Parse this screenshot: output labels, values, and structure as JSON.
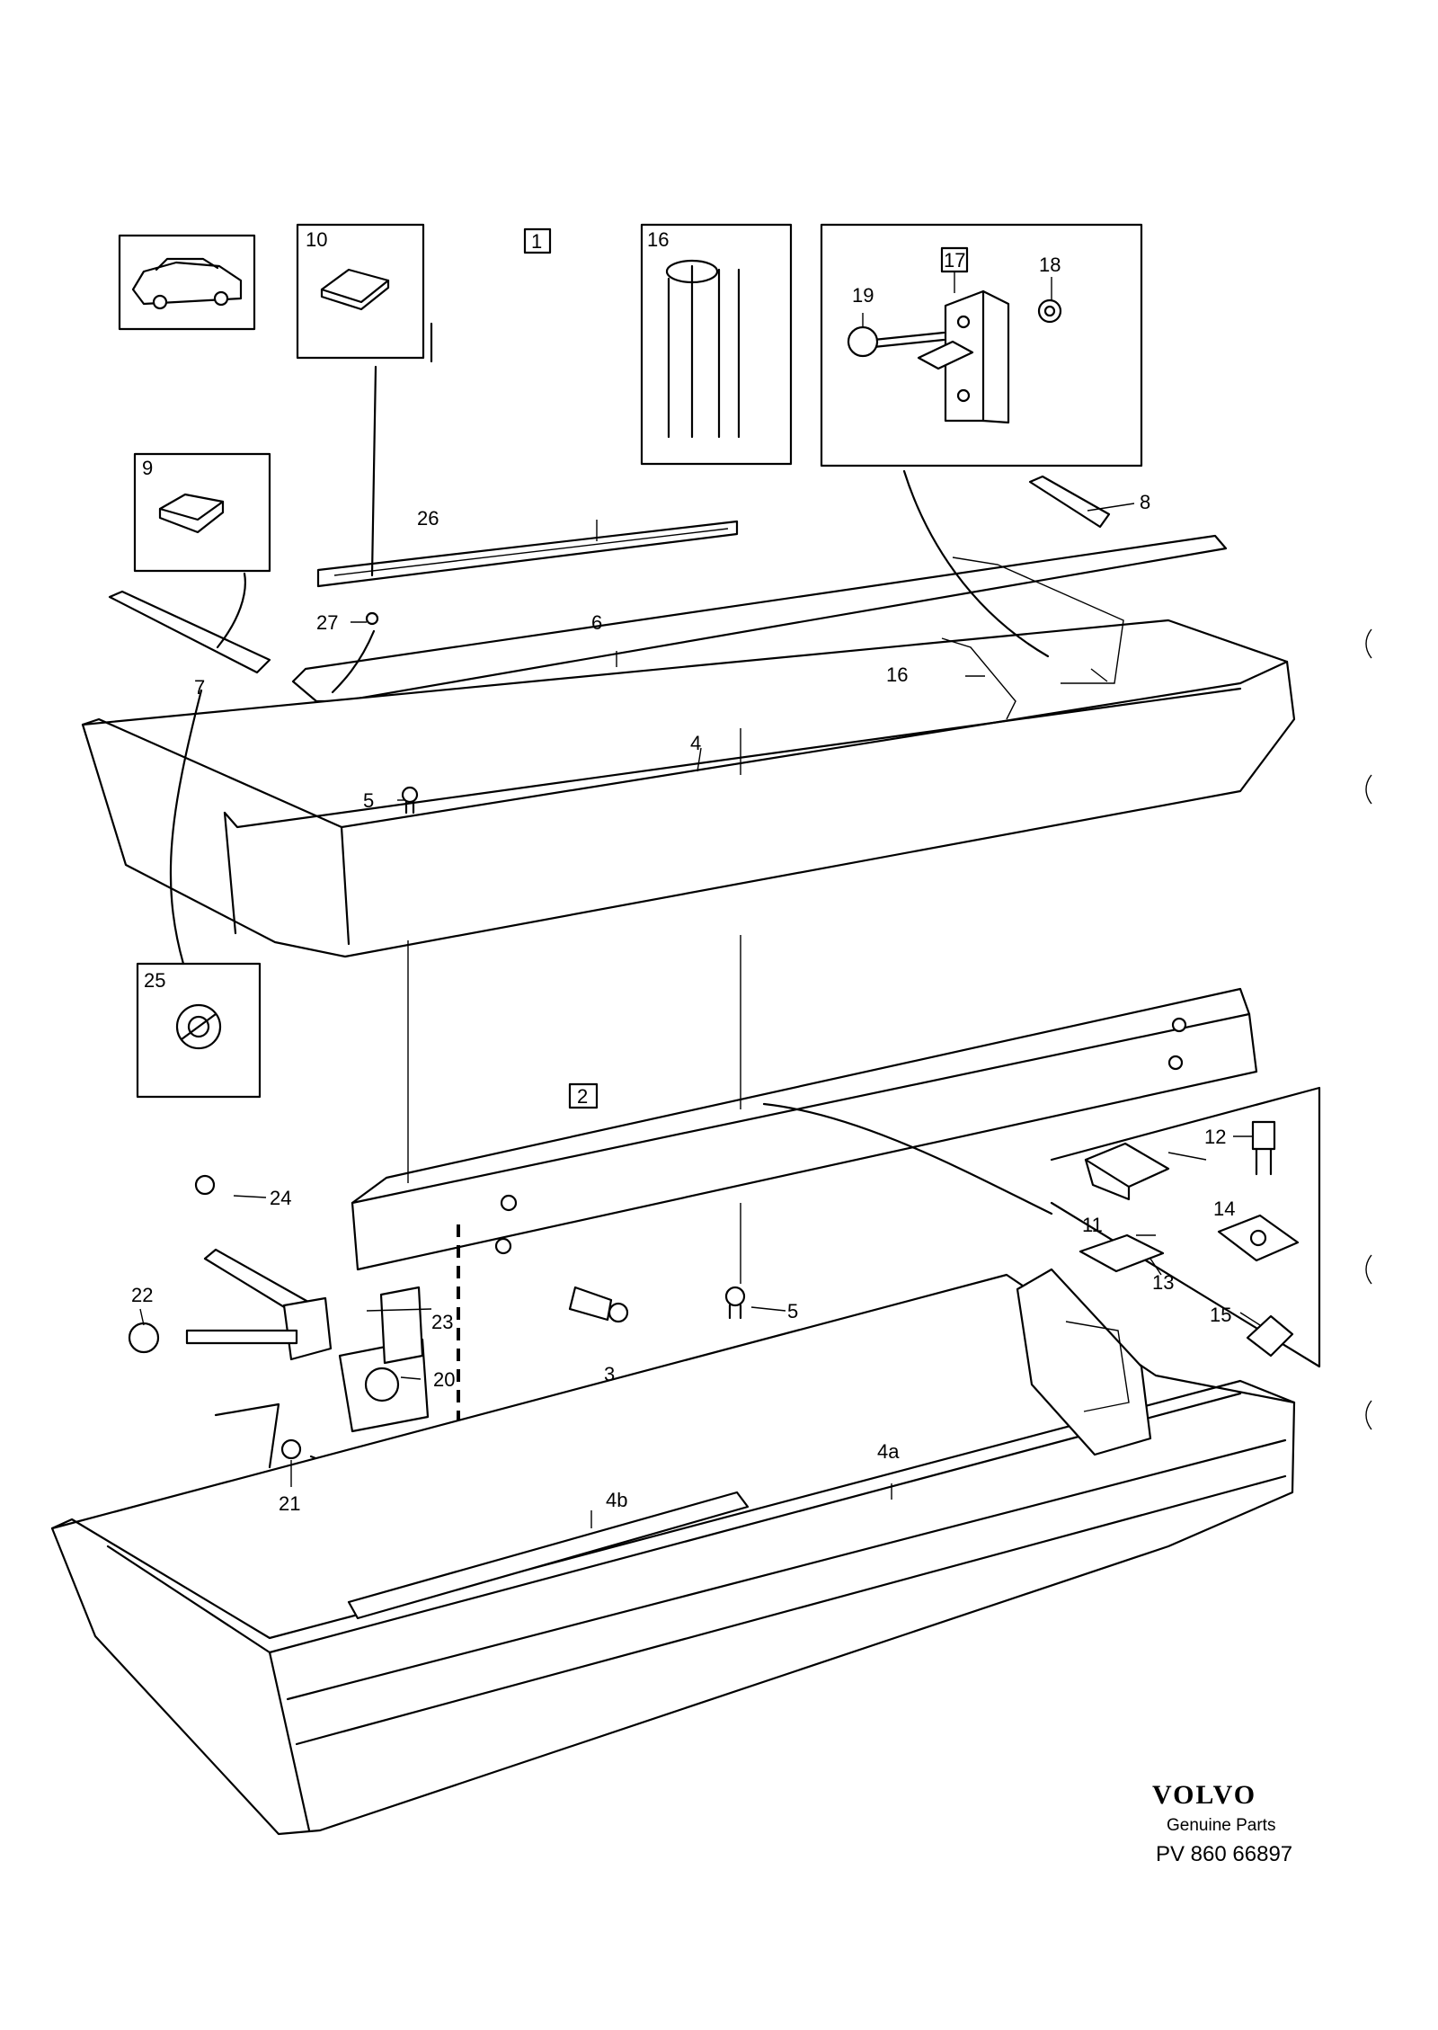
{
  "callouts": {
    "c1": "1",
    "c2": "2",
    "c3": "3",
    "c4": "4",
    "c4a": "4a",
    "c4b": "4b",
    "c5a": "5",
    "c5b": "5",
    "c6": "6",
    "c7": "7",
    "c8": "8",
    "c9": "9",
    "c10": "10",
    "c11": "11",
    "c12": "12",
    "c13": "13",
    "c14": "14",
    "c15": "15",
    "c16a": "16",
    "c16b": "16",
    "c17": "17",
    "c18": "18",
    "c19": "19",
    "c20": "20",
    "c21": "21",
    "c22": "22",
    "c23": "23",
    "c24": "24",
    "c25": "25",
    "c26": "26",
    "c27": "27"
  },
  "footer": {
    "brand": "VOLVO",
    "tagline": "Genuine Parts",
    "code": "PV 860 66897"
  }
}
